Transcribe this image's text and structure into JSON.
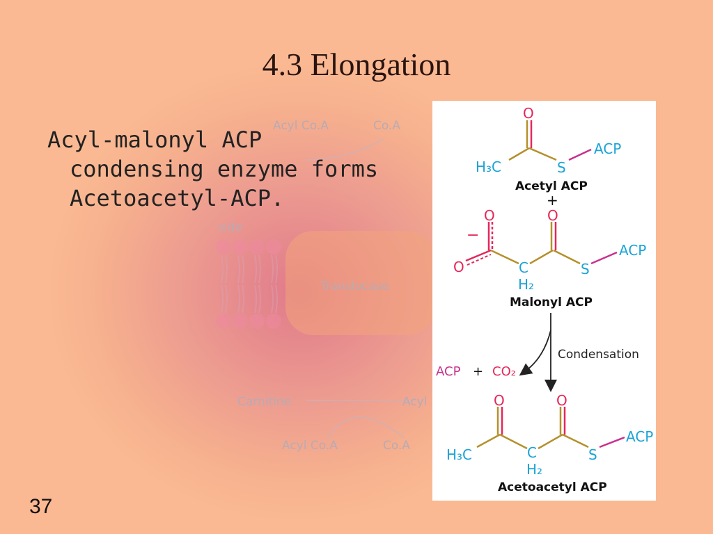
{
  "slide": {
    "title": "4.3 Elongation",
    "body_lines": [
      "Acyl-malonyl ACP",
      "condensing enzyme forms",
      "Acetoacetyl-ACP."
    ],
    "slide_number": "37"
  },
  "background_figure": {
    "labels": {
      "acyl_coa_top": "Acyl Co.A",
      "coa_top": "Co.A",
      "side": "side",
      "translocase": "Translocase",
      "carnitine": "Carnitine",
      "acyl_right": "Acyl",
      "acyl_coa_bottom": "Acyl Co.A",
      "coa_bottom": "Co.A"
    }
  },
  "reaction": {
    "acetyl": {
      "o": "O",
      "h3c": "H₃C",
      "s": "S",
      "acp": "ACP",
      "name": "Acetyl ACP"
    },
    "plus1": "+",
    "malonyl": {
      "o1": "O",
      "o2": "O",
      "minus": "−",
      "o_minus": "O",
      "c": "C",
      "h2": "H₂",
      "s": "S",
      "acp": "ACP",
      "name": "Malonyl ACP"
    },
    "condensation": "Condensation",
    "byproducts": {
      "acp": "ACP",
      "plus": "+",
      "co2": "CO₂"
    },
    "acetoacetyl": {
      "o1": "O",
      "o2": "O",
      "h3c": "H₃C",
      "c": "C",
      "h2": "H₂",
      "s": "S",
      "acp": "ACP",
      "name": "Acetoacetyl ACP"
    }
  },
  "colors": {
    "oxygen_red": "#e4275a",
    "group_blue": "#1aa3d6",
    "bond_gold": "#b4902c",
    "bond_magenta": "#c8308c"
  }
}
